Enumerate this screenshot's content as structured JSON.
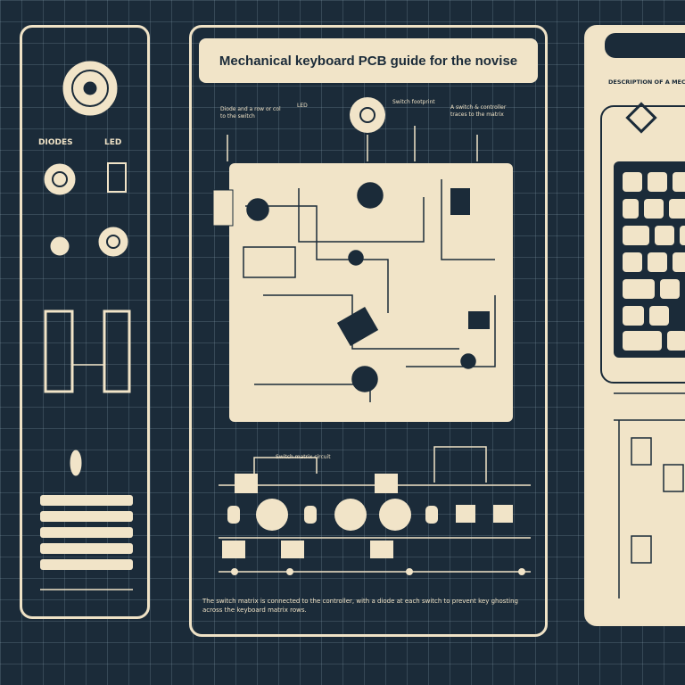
{
  "title": "Mechanical keyboard PCB guide for the novise",
  "left_panel": {
    "labels": [
      "DIODES",
      "LED"
    ]
  },
  "right_panel": {
    "heading": "DESCRIPTION OF A MEC"
  },
  "annotations": [
    "Diode and a row or col to the switch",
    "LED",
    "Switch footprint",
    "A switch & controller traces to the matrix"
  ],
  "schematic_label": "Switch matrix circuit",
  "footer_text": "The switch matrix is connected to the controller, with a diode at each switch to prevent key ghosting across the keyboard matrix rows.",
  "colors": {
    "background": "#1b2b39",
    "cream": "#f1e4c8"
  }
}
